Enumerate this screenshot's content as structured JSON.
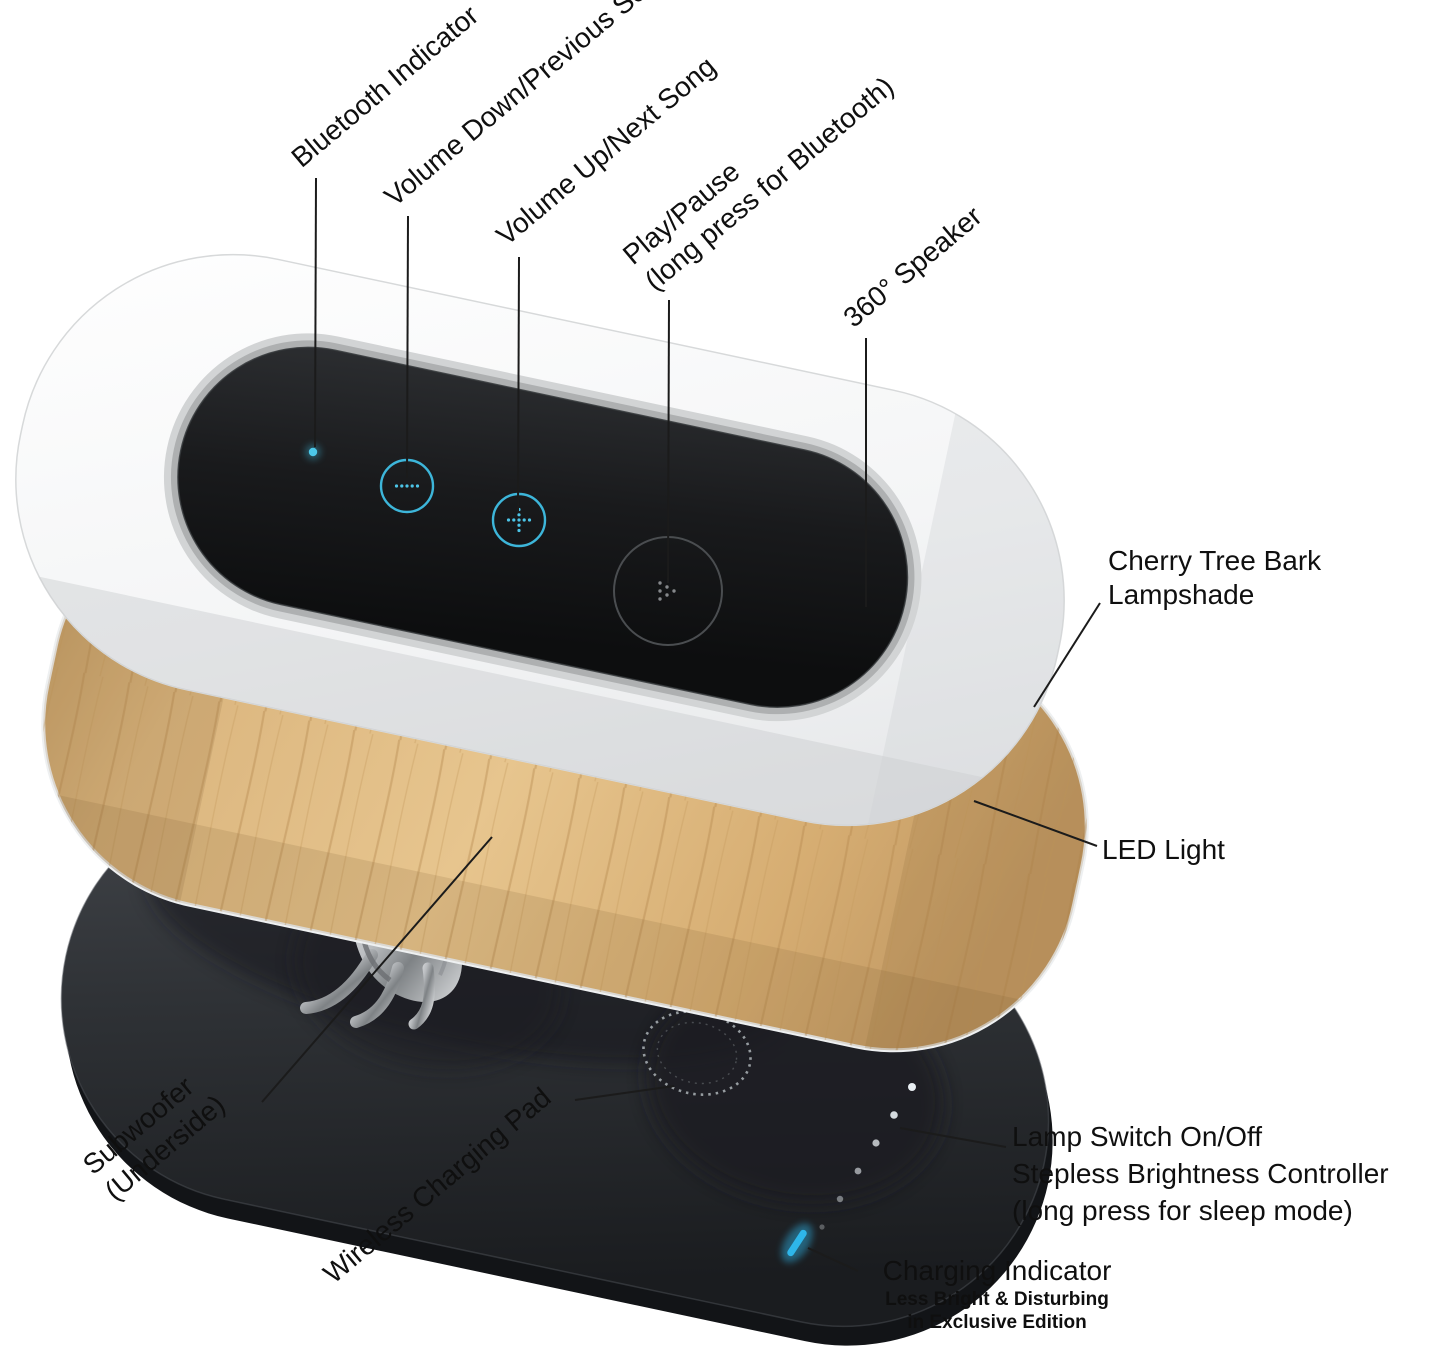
{
  "callouts": {
    "bluetooth_indicator": {
      "label": "Bluetooth Indicator"
    },
    "volume_down": {
      "label": "Volume Down/Previous Song"
    },
    "volume_up": {
      "label": "Volume Up/Next Song"
    },
    "play_pause": {
      "label": "Play/Pause",
      "sublabel": "(long press for Bluetooth)"
    },
    "speaker_360": {
      "label": "360° Speaker"
    },
    "lampshade": {
      "line1": "Cherry Tree Bark",
      "line2": "Lampshade"
    },
    "led_light": {
      "label": "LED Light"
    },
    "lamp_switch": {
      "line1": "Lamp Switch On/Off",
      "line2": "Stepless Brightness Controller",
      "line3": "(long press for sleep mode)"
    },
    "charging_indicator": {
      "label": "Charging Indicator",
      "note1": "Less Bright & Disturbing",
      "note2": "in Exclusive Edition"
    },
    "subwoofer": {
      "line1": "Subwoofer",
      "line2": "(Underside)"
    },
    "wireless_pad": {
      "label": "Wireless Charging Pad"
    }
  },
  "colors": {
    "wood": "#dcb67e",
    "panel": "#1a1b1d",
    "base": "#2c2f33",
    "accent_blue": "#3fb9dd",
    "label_text": "#0f0f0f"
  }
}
